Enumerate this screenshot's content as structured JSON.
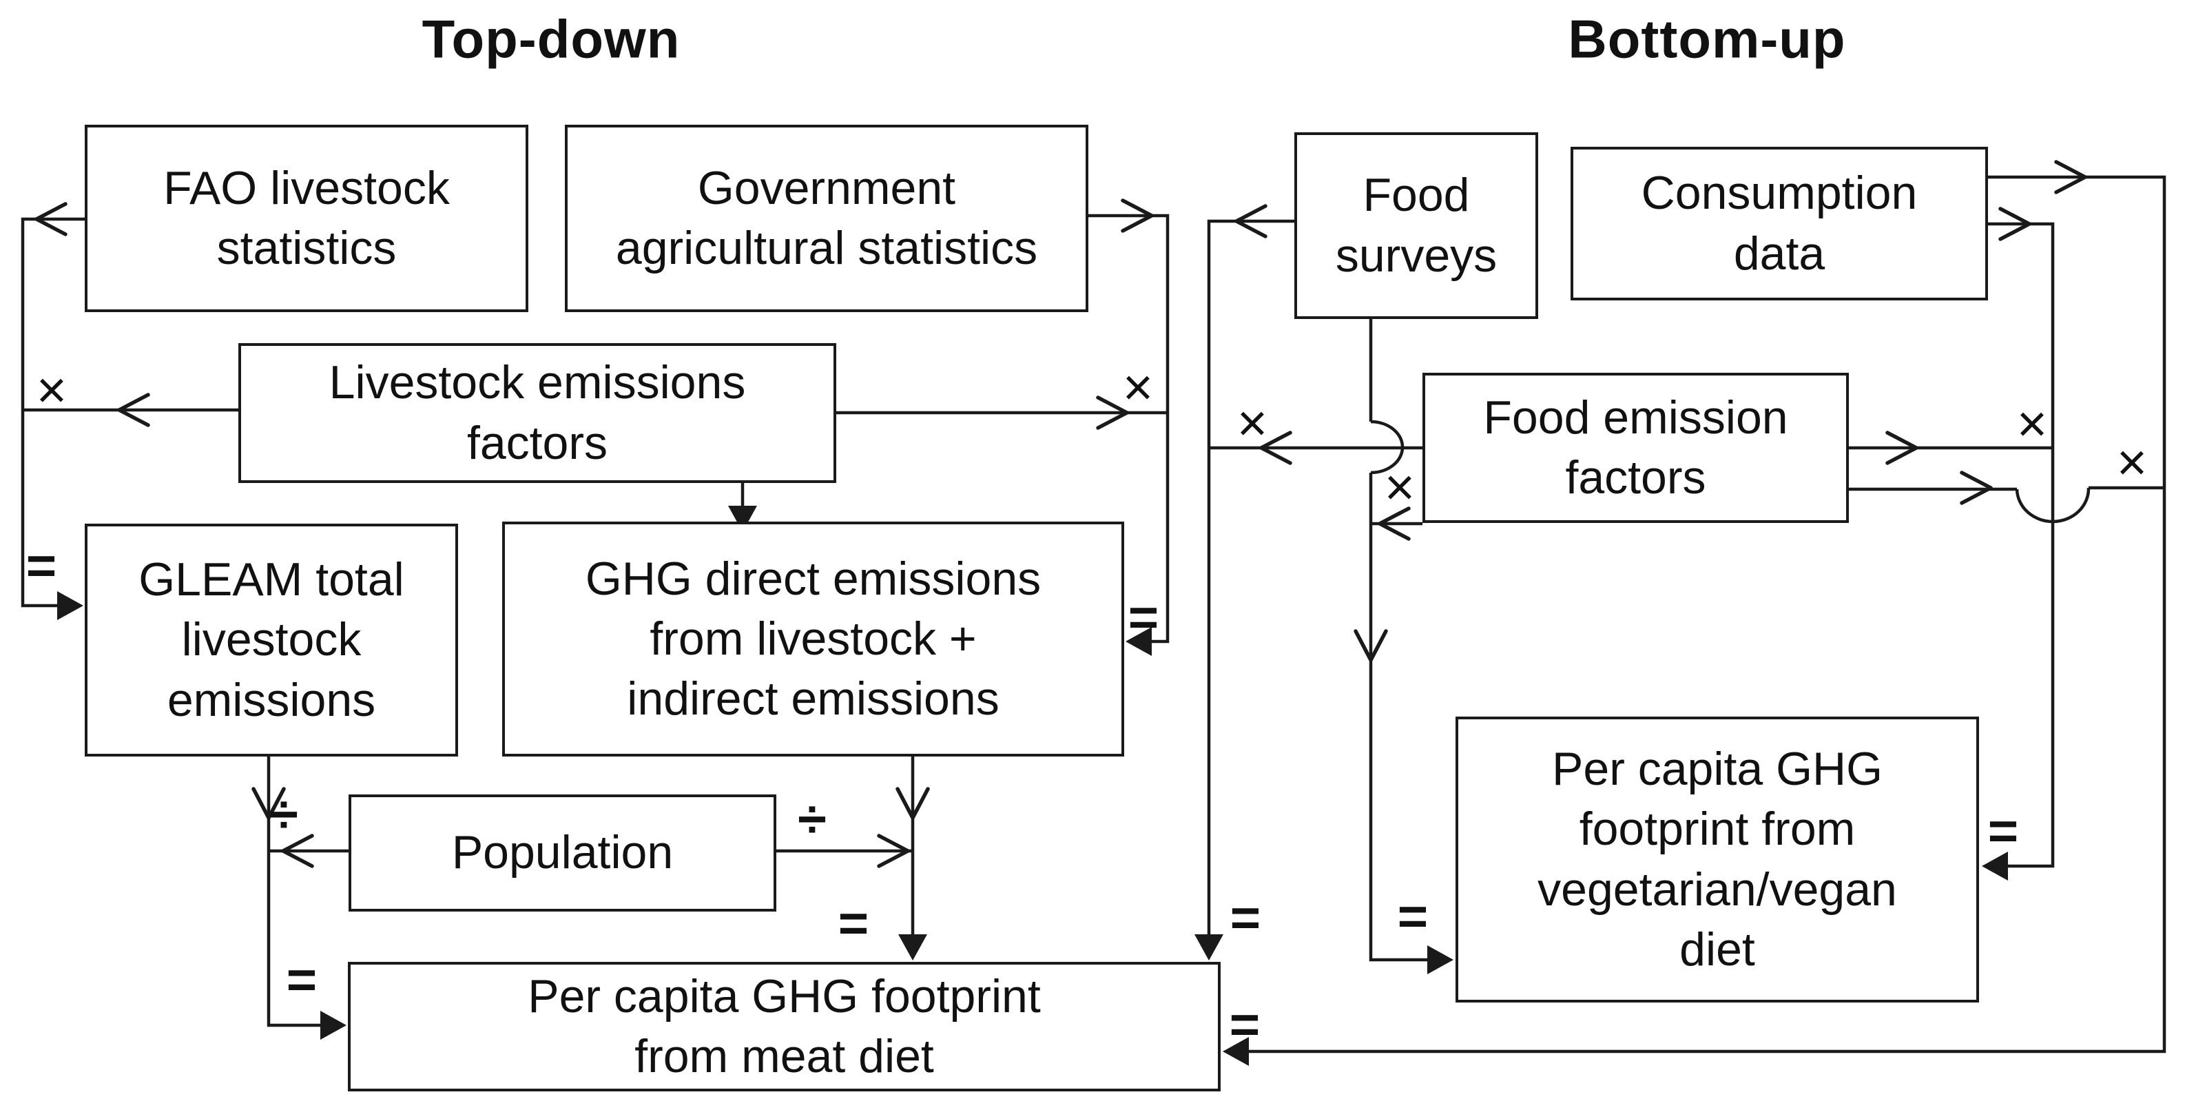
{
  "figure": {
    "titles": {
      "top_down": "Top-down",
      "bottom_up": "Bottom-up"
    },
    "nodes": {
      "fao_livestock_statistics": {
        "label": "FAO livestock\nstatistics"
      },
      "government_agricultural_statistics": {
        "label": "Government\nagricultural statistics"
      },
      "livestock_emissions_factors": {
        "label": "Livestock emissions\nfactors"
      },
      "gleam_total_livestock_emissions": {
        "label": "GLEAM total\nlivestock\nemissions"
      },
      "ghg_direct_emissions": {
        "label": "GHG direct emissions\nfrom livestock +\nindirect emissions"
      },
      "population": {
        "label": "Population"
      },
      "per_capita_meat_diet": {
        "label": "Per capita GHG footprint\nfrom meat diet"
      },
      "food_surveys": {
        "label": "Food\nsurveys"
      },
      "consumption_data": {
        "label": "Consumption\ndata"
      },
      "food_emission_factors": {
        "label": "Food emission\nfactors"
      },
      "per_capita_vegetarian_vegan_diet": {
        "label": "Per capita GHG\nfootprint from\nvegetarian/vegan\ndiet"
      }
    },
    "operators": {
      "multiply": "×",
      "divide": "÷",
      "equals": "="
    },
    "colors": {
      "line": "#1a1a1a",
      "background": "#ffffff",
      "text": "#111111"
    }
  }
}
